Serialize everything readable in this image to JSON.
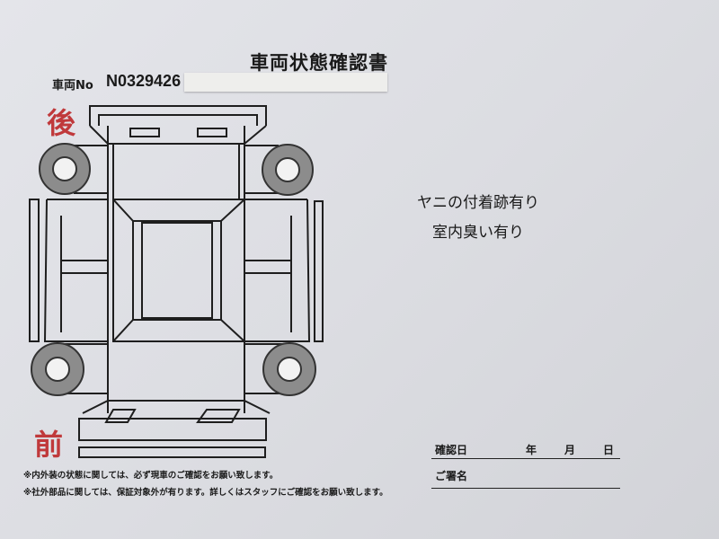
{
  "document": {
    "title": "車両状態確認書",
    "vehicle_no_label": "車両No",
    "vehicle_no": "N0329426",
    "rear_label": "後",
    "front_label": "前",
    "notes": [
      "ヤニの付着跡有り",
      "室内臭い有り"
    ],
    "confirm_date": {
      "label": "確認日",
      "year": "年",
      "month": "月",
      "day": "日"
    },
    "signature_label": "ご署名",
    "footnotes": [
      "※内外装の状態に関しては、必ず現車のご確認をお願い致します。",
      "※社外部品に関しては、保証対象外が有ります。詳しくはスタッフにご確認をお願い致します。"
    ]
  },
  "colors": {
    "accent_red": "#c0393b",
    "wheel_grey": "#8c8c8c"
  }
}
